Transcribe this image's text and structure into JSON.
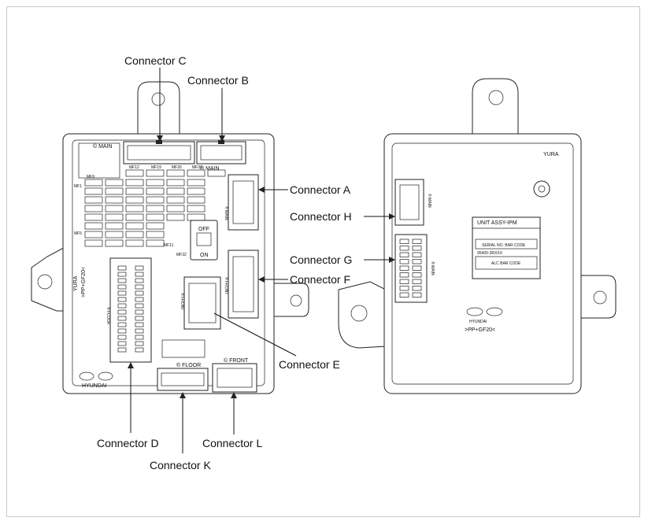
{
  "labels": {
    "connector_a": "Connector A",
    "connector_b": "Connector B",
    "connector_c": "Connector C",
    "connector_d": "Connector D",
    "connector_e": "Connector E",
    "connector_f": "Connector F",
    "connector_g": "Connector G",
    "connector_h": "Connector H",
    "connector_k": "Connector K",
    "connector_l": "Connector L"
  },
  "front_view": {
    "main_c": "© MAIN",
    "main_b": "® MAIN",
    "main_a": "® MAIN",
    "front_f": "® FRONT",
    "front_e": "® FRONT",
    "floor_d": "® FLOOR",
    "floor_k": "® FLOOR",
    "front_l": "© FRONT",
    "off": "OFF",
    "on": "ON",
    "brand": "YURA",
    "part_code": ">PP+GF20<",
    "maker": "HYUNDAI",
    "fuse_labels": [
      "MF12",
      "MF19",
      "MF26",
      "MF33",
      "MF1",
      "MF5",
      "MF11",
      "MF32",
      "MF9"
    ]
  },
  "rear_view": {
    "brand": "YURA",
    "label_title": "UNIT ASSY-IPM",
    "serial": "SERIAL NO. BAR CODE",
    "part_no": "95400-3RXXX",
    "alc": "ALC BAR CODE",
    "main_h": "® MAIN",
    "main_g": "® MAIN",
    "maker": "HYUNDAI",
    "part_code": ">PP+GF20<"
  }
}
